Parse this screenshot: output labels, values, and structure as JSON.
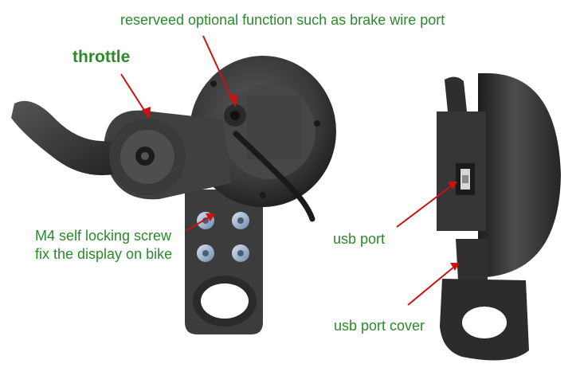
{
  "labels": {
    "reserved": "reserveed optional function such as brake wire port",
    "throttle": "throttle",
    "screw_line1": "M4 self locking screw",
    "screw_line2": "fix the display on bike",
    "usb_port": "usb port",
    "usb_cover": "usb port cover"
  },
  "colors": {
    "label_green": "#2a8a2a",
    "arrow_red": "#cc1111",
    "device_dark": "#2b2b2b",
    "device_mid": "#4a4a4a",
    "device_light": "#6a6a6a"
  }
}
